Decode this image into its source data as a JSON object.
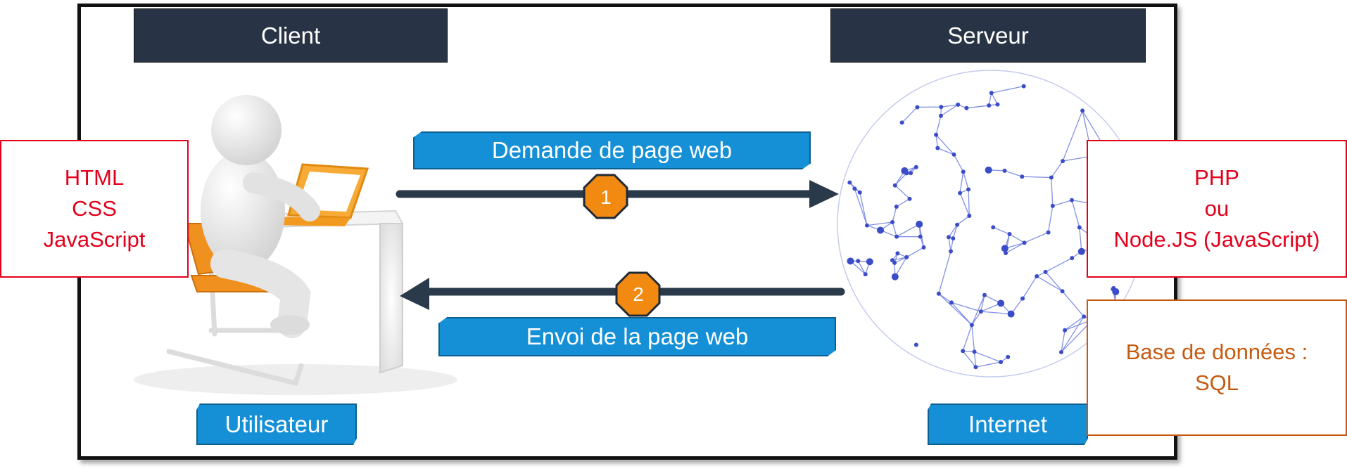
{
  "client_header": "Client",
  "server_header": "Serveur",
  "request_label": "Demande de page web",
  "response_label": "Envoi de la page web",
  "step_1": "1",
  "step_2": "2",
  "user_label": "Utilisateur",
  "internet_label": "Internet",
  "client_technologies": [
    "HTML",
    "CSS",
    "JavaScript"
  ],
  "server_technologies": [
    "PHP",
    "ou",
    "Node.JS (JavaScript)"
  ],
  "database": [
    "Base de données :",
    "SQL"
  ],
  "colors": {
    "header_bg": "#283445",
    "label_bg": "#1590d6",
    "arrow": "#2b3a4a",
    "step_badge": "#f28a12",
    "client_server_text": "#e3001b",
    "database_text": "#c55a11",
    "network": "#4a5ed1"
  },
  "icons": [
    "user-at-laptop-icon",
    "globe-network-icon"
  ]
}
